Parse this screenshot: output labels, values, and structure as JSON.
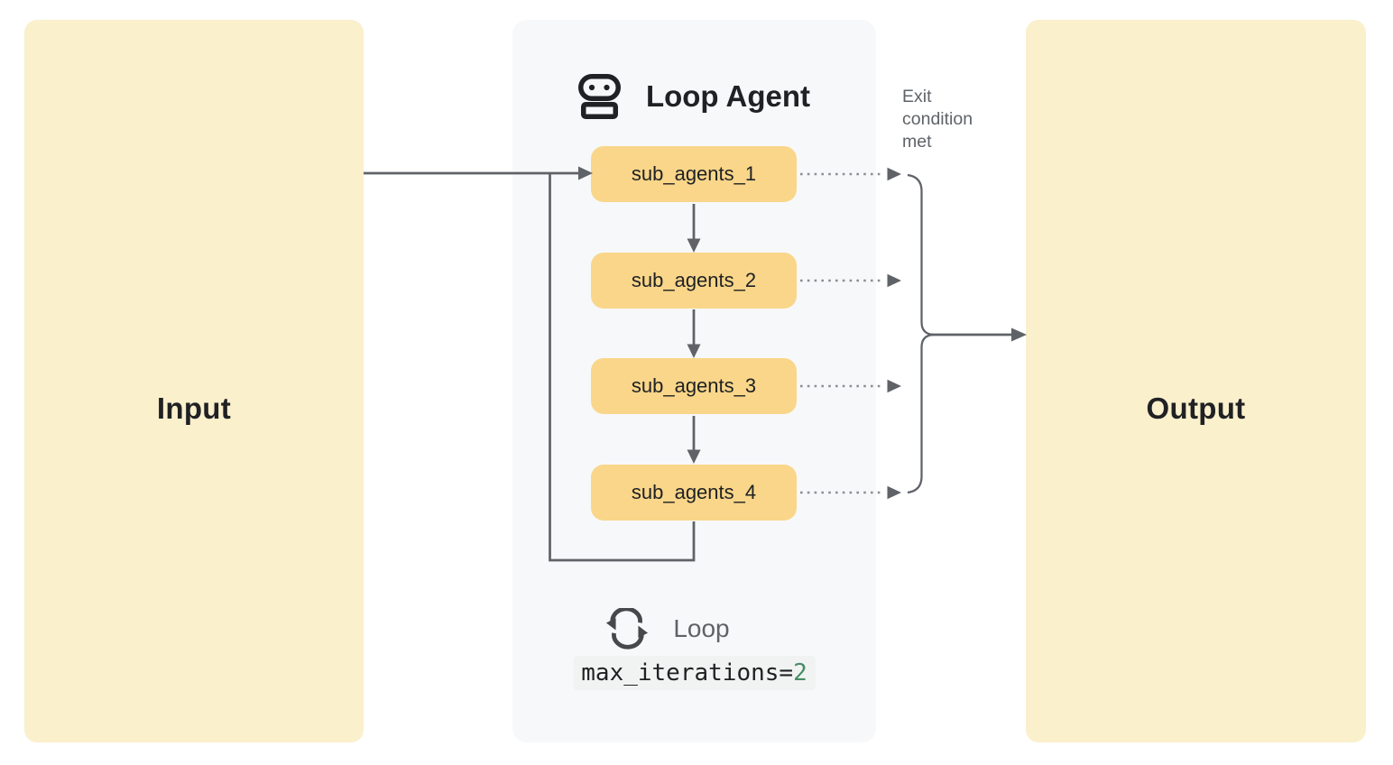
{
  "colors": {
    "page-bg": "#ffffff",
    "io-box-bg": "#faf0cc",
    "panel-bg": "#f7f8f9",
    "agent-box-bg": "#f9d689",
    "text-dark": "#202124",
    "text-gray": "#5f6368",
    "line": "#5f6368",
    "dot-line": "#8a9095",
    "code-bg": "#f1f3f2",
    "code-green": "#488c64"
  },
  "input_box": {
    "label": "Input"
  },
  "output_box": {
    "label": "Output"
  },
  "loop_agent": {
    "title": "Loop Agent",
    "sub_agents": [
      {
        "label": "sub_agents_1"
      },
      {
        "label": "sub_agents_2"
      },
      {
        "label": "sub_agents_3"
      },
      {
        "label": "sub_agents_4"
      }
    ],
    "loop": {
      "label": "Loop",
      "code_prefix": "max_iterations=",
      "code_value": "2"
    }
  },
  "annotations": {
    "exit_condition": "Exit\ncondition\nmet"
  },
  "icons": {
    "robot": "robot-icon",
    "loop": "loop-icon"
  }
}
